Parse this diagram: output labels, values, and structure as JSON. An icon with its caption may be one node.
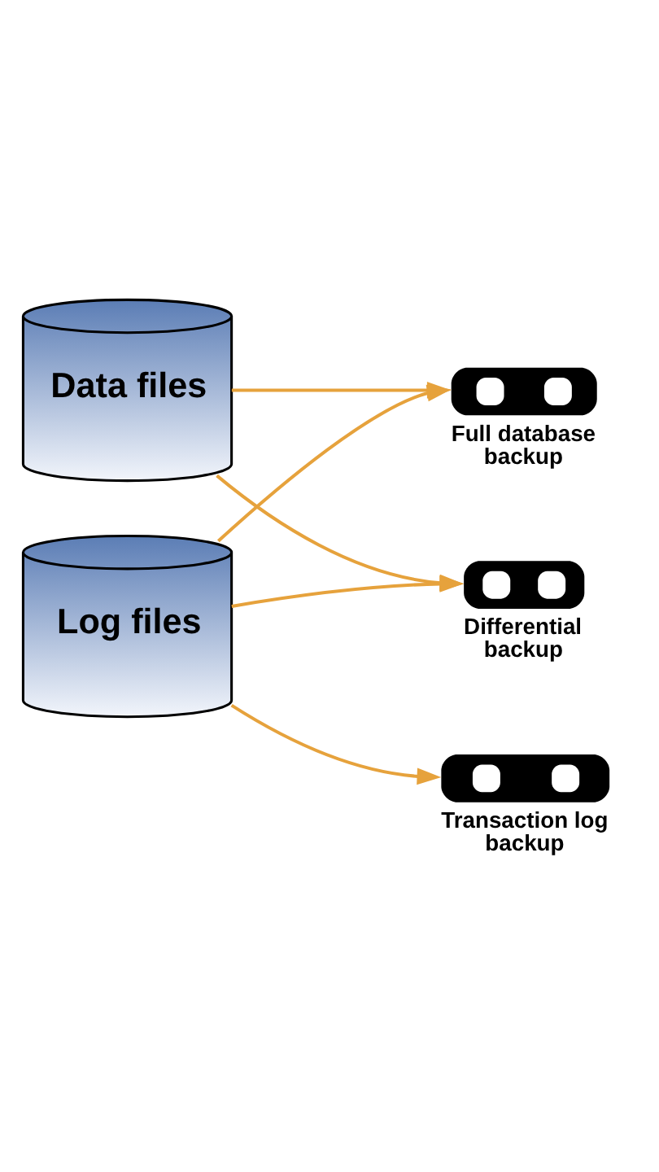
{
  "diagram": {
    "nodes": [
      {
        "text": [
          "Data files"
        ]
      },
      {
        "text": [
          "Log files"
        ]
      },
      {
        "text": [],
        "shape": "picture",
        "beside": [
          "Full database backup"
        ]
      },
      {
        "text": [],
        "shape": "picture",
        "beside": [
          "Differential backup"
        ]
      },
      {
        "text": [],
        "shape": "picture",
        "beside": [
          "Transaction log backup"
        ]
      }
    ],
    "edges": [
      {
        "from": 0,
        "to": 2,
        "arrow": "to"
      },
      {
        "from": 0,
        "to": 3,
        "arrow": "to"
      },
      {
        "from": 1,
        "to": 2,
        "arrow": "to"
      },
      {
        "from": 1,
        "to": 3,
        "arrow": "to"
      },
      {
        "from": 1,
        "to": 4,
        "arrow": "to"
      }
    ]
  }
}
